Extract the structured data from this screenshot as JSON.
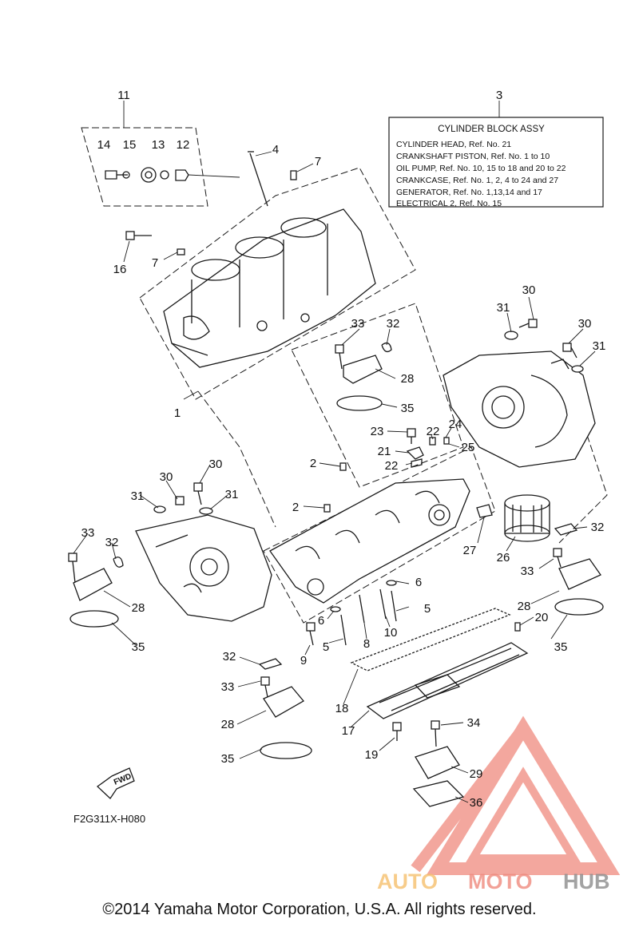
{
  "callouts": {
    "n1": "1",
    "n2a": "2",
    "n2b": "2",
    "n3": "3",
    "n4": "4",
    "n5a": "5",
    "n5b": "5",
    "n6a": "6",
    "n6b": "6",
    "n7a": "7",
    "n7b": "7",
    "n8": "8",
    "n9": "9",
    "n10": "10",
    "n11": "11",
    "n12": "12",
    "n13": "13",
    "n14": "14",
    "n15": "15",
    "n16": "16",
    "n17": "17",
    "n18": "18",
    "n19": "19",
    "n20": "20",
    "n21": "21",
    "n22a": "22",
    "n22b": "22",
    "n23": "23",
    "n24": "24",
    "n25": "25",
    "n26": "26",
    "n27": "27",
    "n28a": "28",
    "n28b": "28",
    "n28c": "28",
    "n28d": "28",
    "n29": "29",
    "n30a": "30",
    "n30b": "30",
    "n30c": "30",
    "n30d": "30",
    "n31a": "31",
    "n31b": "31",
    "n31c": "31",
    "n31d": "31",
    "n32a": "32",
    "n32b": "32",
    "n32c": "32",
    "n32d": "32",
    "n33a": "33",
    "n33b": "33",
    "n33c": "33",
    "n33d": "33",
    "n34": "34",
    "n35a": "35",
    "n35b": "35",
    "n35c": "35",
    "n35d": "35",
    "n36": "36"
  },
  "legend": {
    "title": "CYLINDER BLOCK ASSY",
    "lines": [
      "CYLINDER HEAD, Ref. No. 21",
      "CRANKSHAFT PISTON, Ref. No. 1 to 10",
      "OIL PUMP, Ref. No. 10, 15 to 18  and 20 to 22",
      "CRANKCASE, Ref. No. 1, 2, 4 to 24 and 27",
      "GENERATOR, Ref. No. 1,13,14 and 17",
      "ELECTRICAL 2, Ref. No. 15"
    ]
  },
  "fwd_label": "FWD",
  "diagram_code": "F2G311X-H080",
  "watermark": {
    "part_a": "AUTO",
    "part_b": "MOTO",
    "part_c": "HUB"
  },
  "copyright": "©2014 Yamaha Motor Corporation, U.S.A. All rights reserved.",
  "colors": {
    "ink": "#1a1a1a",
    "watermark_red": "#ef8a7e",
    "watermark_orange": "#f6c06e",
    "watermark_gray": "#8d8d8d"
  }
}
